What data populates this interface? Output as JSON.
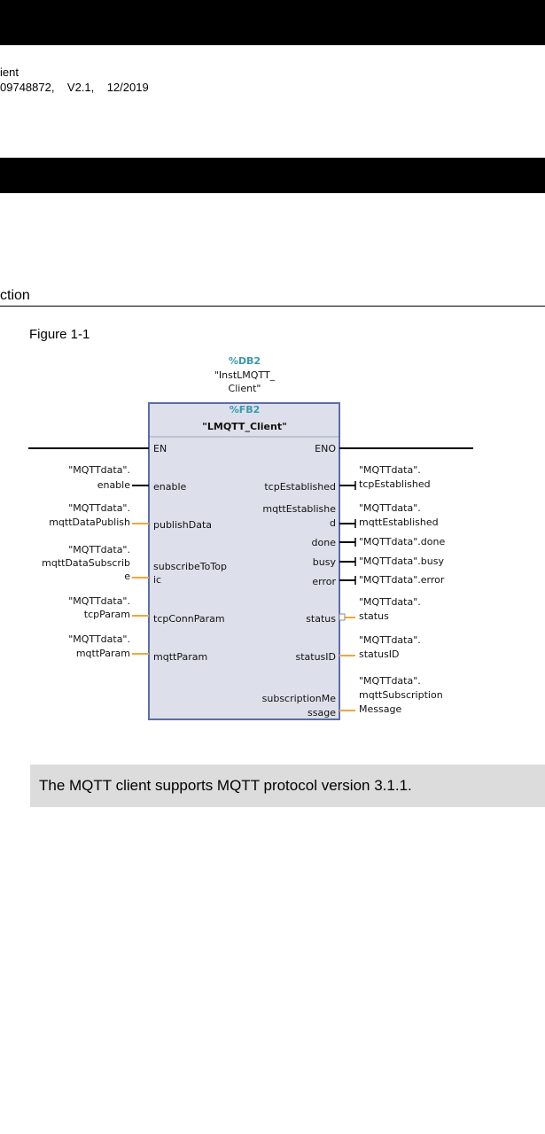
{
  "header": {
    "line1": "ient",
    "line2": "09748872,    V2.1,    12/2019"
  },
  "section_title": "ction",
  "figure_label": "Figure 1-1",
  "block": {
    "db_addr": "%DB2",
    "db_name_l1": "\"InstLMQTT_",
    "db_name_l2": "Client\"",
    "fb_addr": "%FB2",
    "fb_name": "\"LMQTT_Client\"",
    "en": "EN",
    "eno": "ENO",
    "inputs": [
      {
        "pin": "enable",
        "tag1": "\"MQTTdata\".",
        "tag2": "enable"
      },
      {
        "pin": "publishData",
        "tag1": "\"MQTTdata\".",
        "tag2": "mqttDataPublish"
      },
      {
        "pin1": "subscribeToTop",
        "pin2": "ic",
        "tag1": "\"MQTTdata\".",
        "tag2": "mqttDataSubscrib",
        "tag3": "e"
      },
      {
        "pin": "tcpConnParam",
        "tag1": "\"MQTTdata\".",
        "tag2": "tcpParam"
      },
      {
        "pin": "mqttParam",
        "tag1": "\"MQTTdata\".",
        "tag2": "mqttParam"
      }
    ],
    "outputs": [
      {
        "pin": "tcpEstablished",
        "tag1": "\"MQTTdata\".",
        "tag2": "tcpEstablished"
      },
      {
        "pin1": "mqttEstablishe",
        "pin2": "d",
        "tag1": "\"MQTTdata\".",
        "tag2": "mqttEstablished"
      },
      {
        "pin": "done",
        "tag": "\"MQTTdata\".done"
      },
      {
        "pin": "busy",
        "tag": "\"MQTTdata\".busy"
      },
      {
        "pin": "error",
        "tag": "\"MQTTdata\".error"
      },
      {
        "pin": "status",
        "tag1": "\"MQTTdata\".",
        "tag2": "status"
      },
      {
        "pin": "statusID",
        "tag1": "\"MQTTdata\".",
        "tag2": "statusID"
      },
      {
        "pin1": "subscriptionMe",
        "pin2": "ssage",
        "tag1": "\"MQTTdata\".",
        "tag2": "mqttSubscription",
        "tag3": "Message"
      }
    ]
  },
  "note_text": "The MQTT client supports MQTT protocol version 3.1.1.",
  "colors": {
    "teal": "#3a9aa8",
    "block_fill": "#dde0ea",
    "block_border": "#5b6ea8",
    "wire_orange": "#f2a63a"
  }
}
